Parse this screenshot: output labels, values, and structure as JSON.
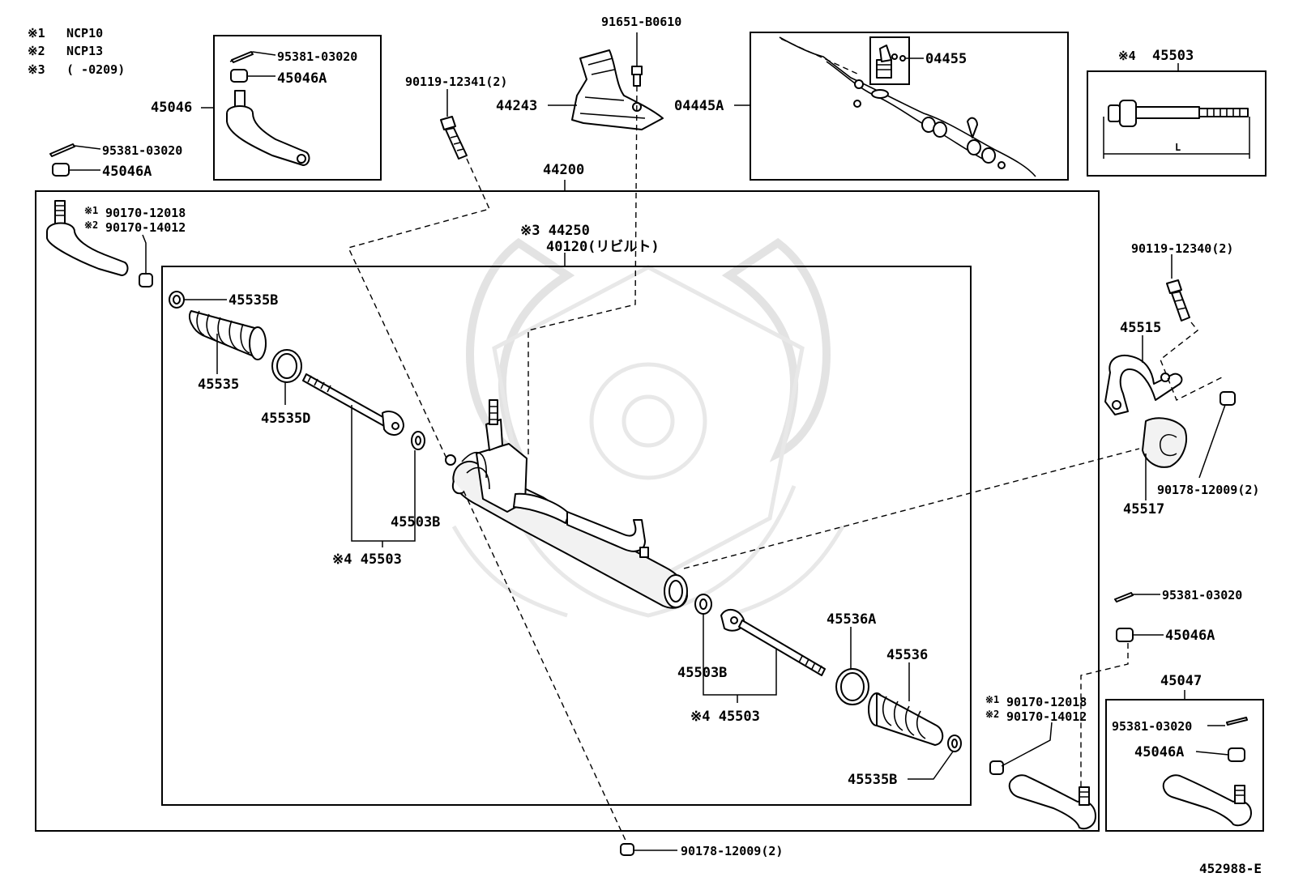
{
  "notes": [
    {
      "mark": "※1",
      "text": "NCP10"
    },
    {
      "mark": "※2",
      "text": "NCP13"
    },
    {
      "mark": "※3",
      "text": "(      -0209)"
    }
  ],
  "labels": {
    "p95381_a": "95381-03020",
    "p45046A_a": "45046A",
    "p45046": "45046",
    "p95381_b": "95381-03020",
    "p45046A_b": "45046A",
    "p90119_12341": "90119-12341(2)",
    "p91651": "91651-B0610",
    "p44243": "44243",
    "p04445A": "04445A",
    "p04455": "04455",
    "p45503_top_mark": "※4",
    "p45503_top": "45503",
    "p45503_L": "L",
    "p44200": "44200",
    "p90170_a_mark1": "※1",
    "p90170_a1": "90170-12018",
    "p90170_a_mark2": "※2",
    "p90170_a2": "90170-14012",
    "p44250": "※3 44250",
    "p40120": "40120(リビルト)",
    "p45535B_a": "45535B",
    "p45535": "45535",
    "p45535D": "45535D",
    "p45503B_a": "45503B",
    "p45503_left": "※4 45503",
    "p90119_12340": "90119-12340(2)",
    "p45515": "45515",
    "p45517": "45517",
    "p90178_right": "90178-12009(2)",
    "p95381_c": "95381-03020",
    "p45046A_c": "45046A",
    "p45047": "45047",
    "p95381_d": "95381-03020",
    "p45046A_d": "45046A",
    "p45536A": "45536A",
    "p45536": "45536",
    "p45503B_b": "45503B",
    "p45503_right": "※4 45503",
    "p90170_b_mark1": "※1",
    "p90170_b1": "90170-12018",
    "p90170_b_mark2": "※2",
    "p90170_b2": "90170-14012",
    "p45535B_b": "45535B",
    "p90178_bottom": "90178-12009(2)",
    "diagram_ref": "452988-E"
  }
}
